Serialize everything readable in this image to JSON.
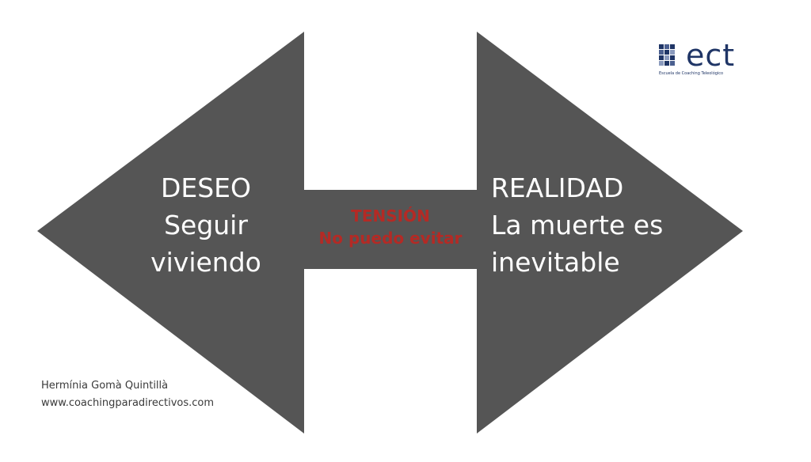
{
  "diagram": {
    "left": {
      "lines": [
        "DESEO",
        "Seguir",
        "viviendo"
      ]
    },
    "center": {
      "lines": [
        "TENSIÓN",
        "No puedo evitar"
      ]
    },
    "right": {
      "lines": [
        "REALIDAD",
        "La muerte es",
        "inevitable"
      ]
    }
  },
  "credit": {
    "author": "Hermínia Gomà Quintillà",
    "website": "www.coachingparadirectivos.com"
  },
  "logo": {
    "text": "ect",
    "subtitle": "Escuela de Coaching Teleológico"
  },
  "colors": {
    "shape": "#555555",
    "tension": "#b42a25",
    "logo": "#1f3566"
  }
}
